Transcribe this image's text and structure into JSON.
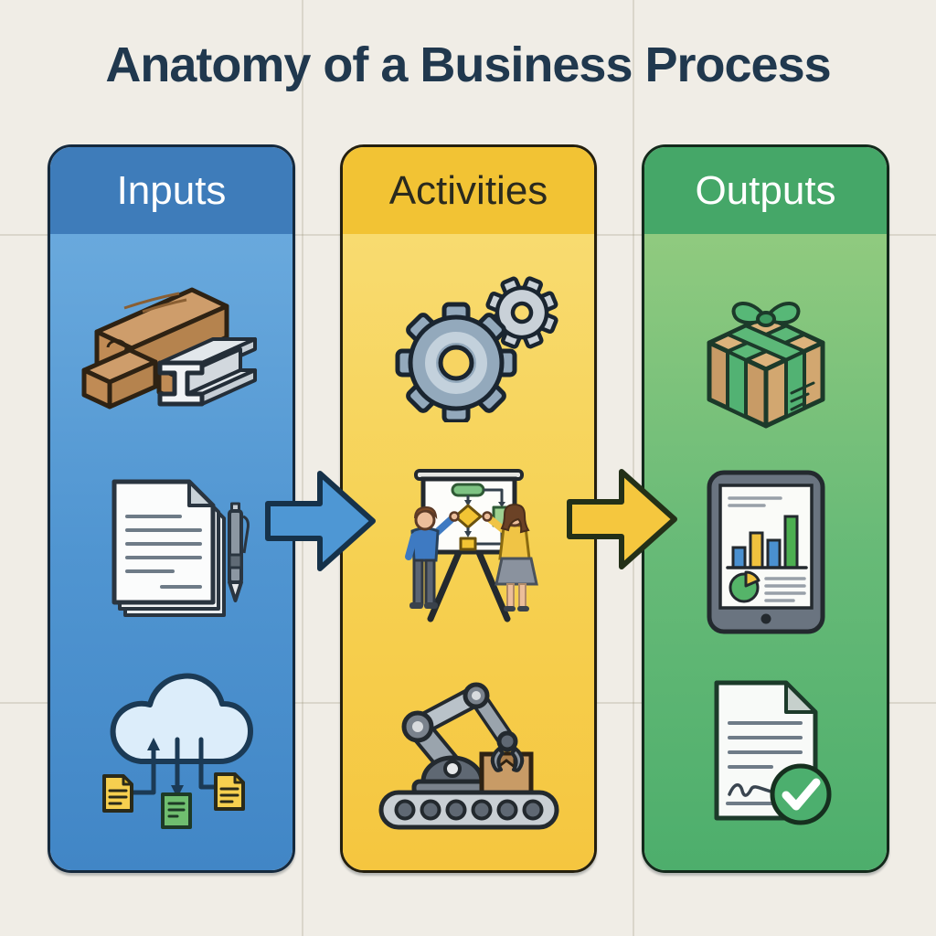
{
  "title": "Anatomy of a Business Process",
  "title_color": "#20384E",
  "background_color": "#F0EDE6",
  "columns": [
    {
      "label": "Inputs",
      "header_color": "#3E7CBA",
      "body_gradient": [
        "#69A9DD",
        "#4186C6"
      ],
      "label_color": "#FFFFFF",
      "icons": [
        "raw-materials-icon",
        "documents-pen-icon",
        "cloud-data-icon"
      ]
    },
    {
      "label": "Activities",
      "header_color": "#F2C334",
      "body_gradient": [
        "#F8DB70",
        "#F5C63F"
      ],
      "label_color": "#2A2A1E",
      "icons": [
        "gears-icon",
        "team-whiteboard-icon",
        "robotic-arm-icon"
      ]
    },
    {
      "label": "Outputs",
      "header_color": "#45A768",
      "body_gradient": [
        "#90CA7F",
        "#4DAE6C"
      ],
      "label_color": "#FFFFFF",
      "icons": [
        "gift-package-icon",
        "analytics-tablet-icon",
        "approved-document-icon"
      ]
    }
  ],
  "arrows": [
    {
      "name": "inputs-to-activities-arrow",
      "color": "#4E97D4"
    },
    {
      "name": "activities-to-outputs-arrow",
      "color": "#F5C73E"
    }
  ]
}
